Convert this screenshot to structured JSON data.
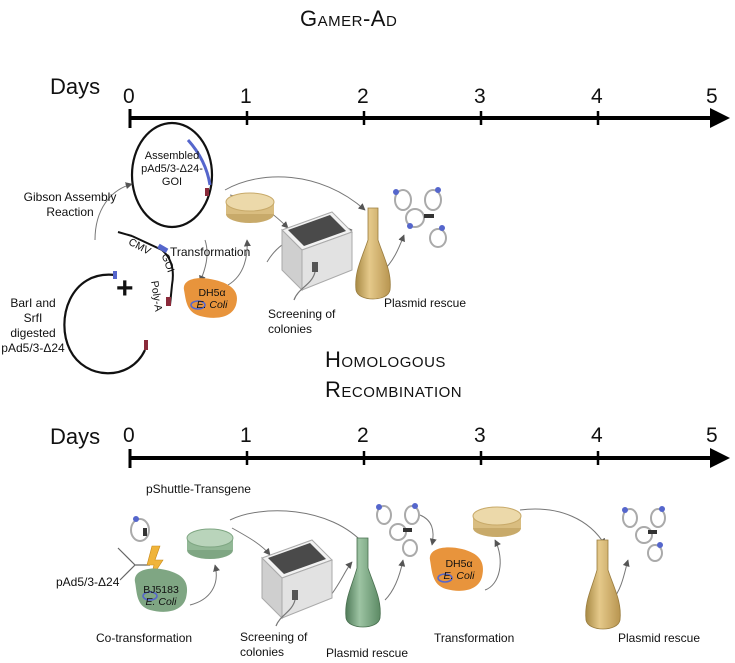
{
  "top": {
    "title": "Gamer-Ad",
    "days_label": "Days",
    "ticks": [
      "0",
      "1",
      "2",
      "3",
      "4",
      "5"
    ],
    "gibson_label": "Gibson Assembly Reaction",
    "plasmid_assembled": "Assembled pAd5/3-Δ24-GOI",
    "cmv": "CMV",
    "goi": "GOI",
    "polya": "Poly-A",
    "digest_label": "BarI and SrfI digested pAd5/3-Δ24",
    "plus": "+",
    "transformation": "Transformation",
    "strain_name": "DH5α",
    "strain_species": "E. Coli",
    "screening": "Screening of colonies",
    "rescue": "Plasmid rescue"
  },
  "bottom": {
    "title": "Homologous Recombination",
    "days_label": "Days",
    "ticks": [
      "0",
      "1",
      "2",
      "3",
      "4",
      "5"
    ],
    "shuttle": "pShuttle-Transgene",
    "backbone": "pAd5/3-Δ24",
    "bj_name": "BJ5183",
    "bj_species": "E. Coli",
    "cotrans": "Co-transformation",
    "screening": "Screening of colonies",
    "rescue1": "Plasmid rescue",
    "dh_name": "DH5α",
    "dh_species": "E. Coli",
    "transformation": "Transformation",
    "rescue2": "Plasmid rescue"
  },
  "colors": {
    "axis": "#000000",
    "plate_yellow": "#e6cf9a",
    "plate_green": "#9cc2a4",
    "ecoli_orange": "#e8943c",
    "ecoli_green": "#7fa683",
    "flask_gold": "#c9a55a",
    "flask_green": "#6f9a76",
    "plasmid_blue": "#5566cc"
  },
  "icons": [
    "plasmid-ring-icon",
    "petri-dish-icon",
    "incubator-icon",
    "flask-icon",
    "bacterium-icon",
    "lightning-icon"
  ]
}
